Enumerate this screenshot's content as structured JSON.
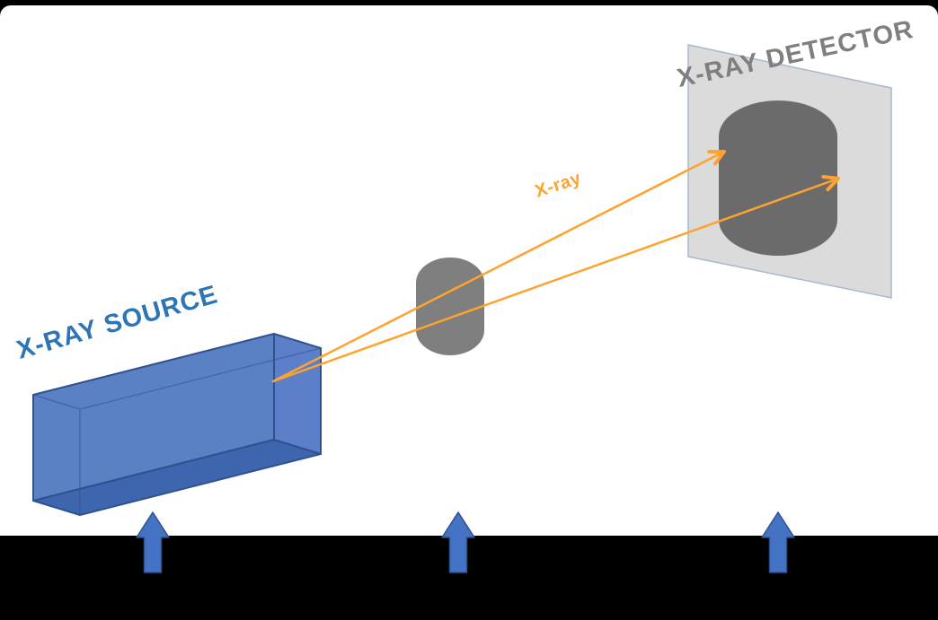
{
  "labels": {
    "source": "X-RAY SOURCE",
    "detector": "X-RAY DETECTOR",
    "beam": "X-ray"
  },
  "colors": {
    "background": "#000000",
    "slide": "#FFFFFF",
    "source_text": "#2E75B6",
    "box_front": "#4D76C0",
    "box_bottom": "#3E66AE",
    "box_side": "#5B80C9",
    "box_edge": "#2F528F",
    "object_gray": "#7F7F7F",
    "projection_gray": "#6B6B6B",
    "panel_fill": "#D9D9D9",
    "panel_edge": "#A9B8CE",
    "detector_text": "#7F7F7F",
    "beam": "#FFA32E",
    "floor": "#000000",
    "floor_arrow_fill": "#4472C4",
    "floor_arrow_edge": "#2F528F"
  }
}
